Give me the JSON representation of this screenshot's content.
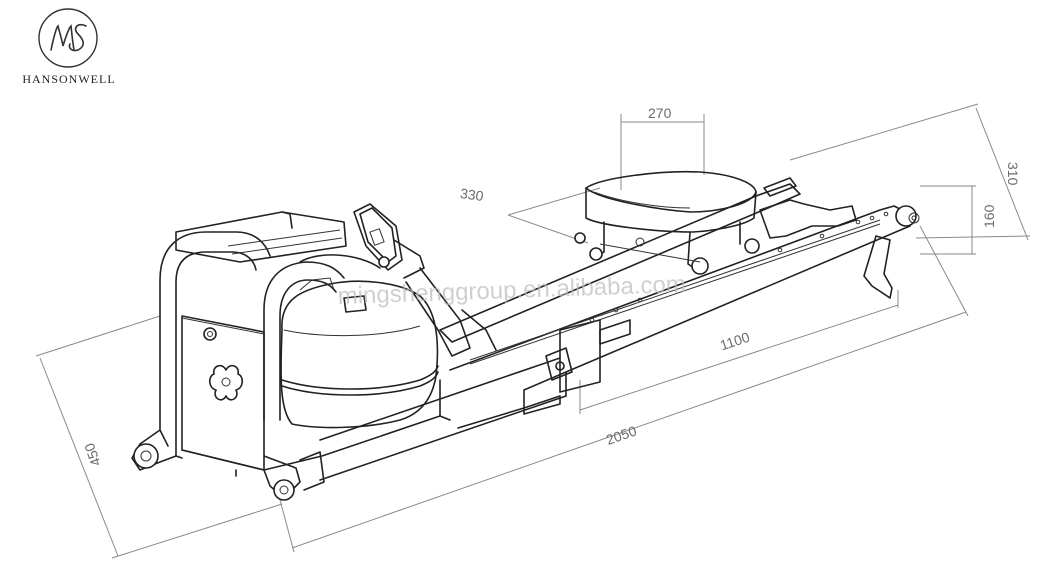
{
  "brand": {
    "name": "HANSONWELL",
    "logo_icon": "ms-monogram-icon"
  },
  "watermark": "mingshenggroup.en.alibaba.com",
  "dimensions": {
    "seat_width": "270",
    "seat_depth": "330",
    "total_width": "310",
    "rear_height": "160",
    "rail_length": "1100",
    "total_length": "2050",
    "front_height": "450"
  },
  "colors": {
    "line": "#222222",
    "dimension": "#8a8a8a",
    "watermark": "#bcbcbc"
  }
}
